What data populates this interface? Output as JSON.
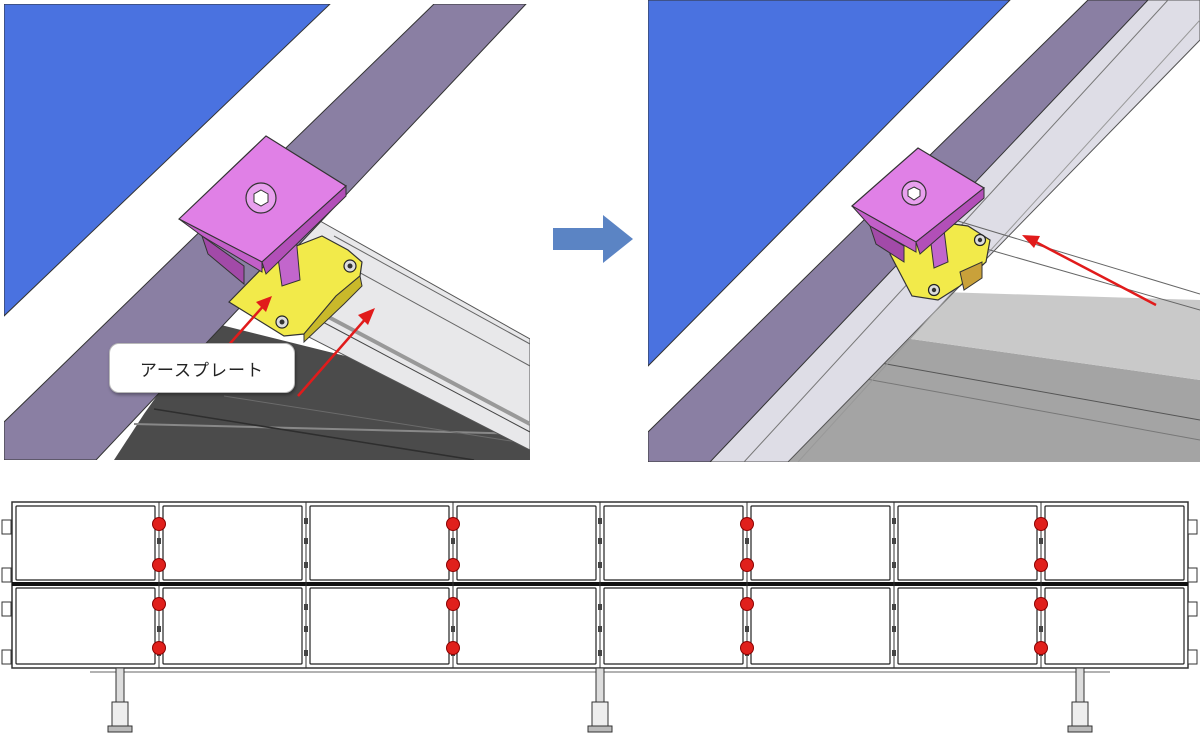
{
  "labels": {
    "earth_plate": "アースプレート"
  },
  "colors": {
    "solar_panel": "#4a72e0",
    "rail": "#8a7fa3",
    "clamp": "#e080e6",
    "earth_plate": "#f2ea4a",
    "pointer_arrow": "#e11b1b",
    "step_arrow": "#5b84c4",
    "ground_marker": "#e0201c"
  },
  "array": {
    "panel_columns": 8,
    "panel_rows": 2,
    "support_posts": 3,
    "marked_joints": 4,
    "markers_per_joint": 4
  }
}
